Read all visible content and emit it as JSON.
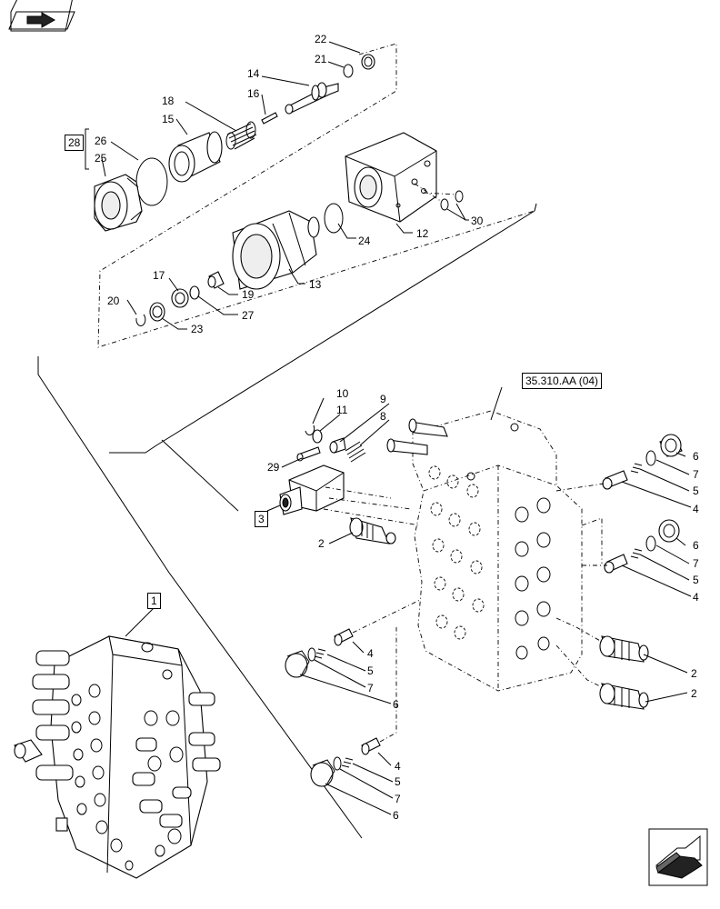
{
  "diagram": {
    "top_left_icon": "book-arrow-icon",
    "bottom_right_icon": "next-page-arrow-icon",
    "reference": "35.310.AA (04)",
    "boxed_labels": {
      "b28": "28",
      "b3": "3",
      "b1": "1"
    },
    "callouts": {
      "c22": "22",
      "c21": "21",
      "c14": "14",
      "c16": "16",
      "c18": "18",
      "c15": "15",
      "c26": "26",
      "c25": "25",
      "c24": "24",
      "c12": "12",
      "c30": "30",
      "c17": "17",
      "c19": "19",
      "c13": "13",
      "c20": "20",
      "c23": "23",
      "c27": "27",
      "c10": "10",
      "c11": "11",
      "c9": "9",
      "c8": "8",
      "c29": "29",
      "c2a": "2",
      "c6a": "6",
      "c7a": "7",
      "c5a": "5",
      "c4a": "4",
      "c6b": "6",
      "c7b": "7",
      "c5b": "5",
      "c4b": "4",
      "c4c": "4",
      "c5c": "5",
      "c7c": "7",
      "c6c": "6",
      "c2b": "2",
      "c2c": "2",
      "c4d": "4",
      "c5d": "5",
      "c7d": "7",
      "c6d": "6"
    }
  }
}
